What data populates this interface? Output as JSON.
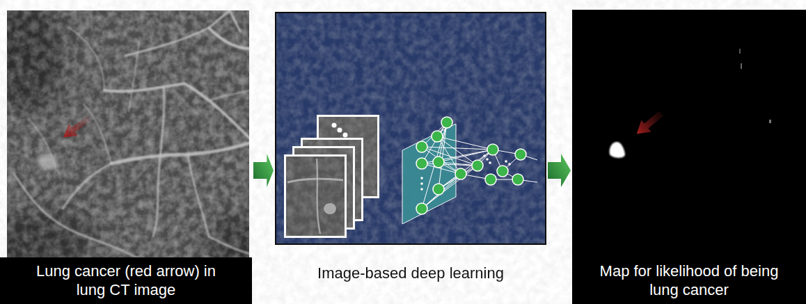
{
  "diagram": {
    "nodes": [
      {
        "text": [
          "Lung cancer (red arrow) in lung CT image"
        ]
      },
      {
        "text": [
          "Image-based deep learning"
        ]
      },
      {
        "text": [
          "Map for likelihood of being lung cancer"
        ]
      }
    ],
    "edges": [
      {
        "from": 0,
        "to": 1,
        "arrow": "to"
      },
      {
        "from": 1,
        "to": 2,
        "arrow": "to"
      }
    ]
  }
}
